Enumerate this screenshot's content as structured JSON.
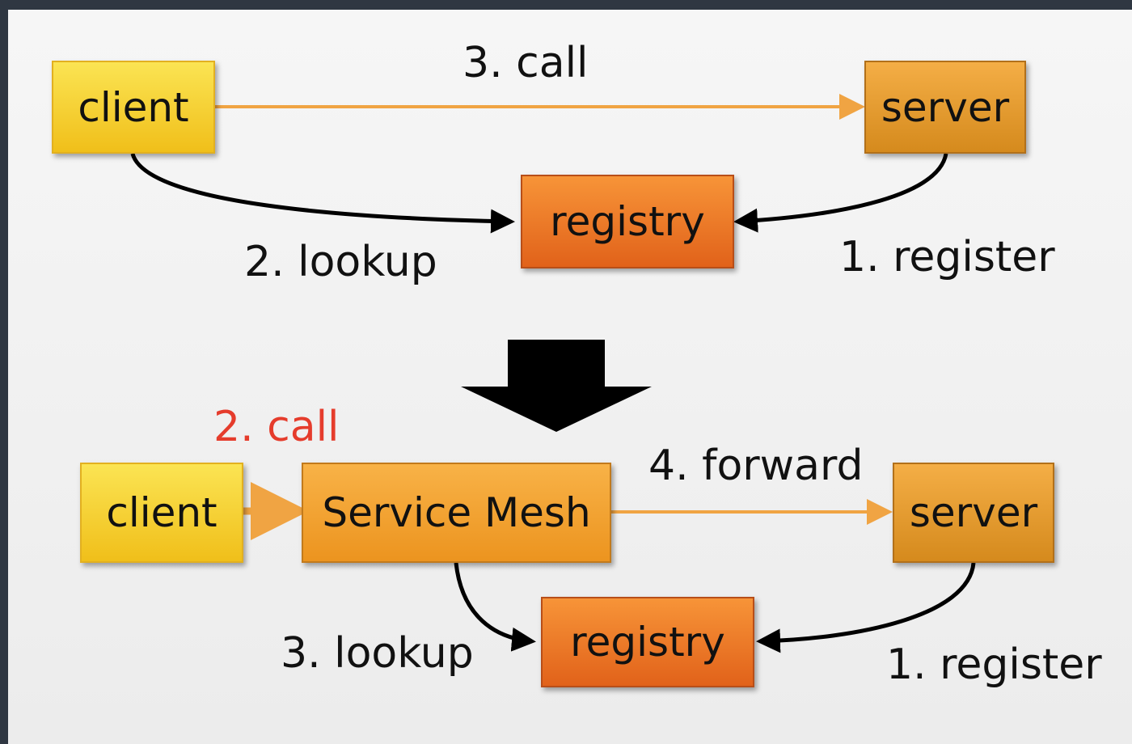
{
  "top": {
    "client": "client",
    "server": "server",
    "registry": "registry",
    "call": "3. call",
    "lookup": "2. lookup",
    "register": "1. register"
  },
  "bottom": {
    "client": "client",
    "service_mesh": "Service Mesh",
    "server": "server",
    "registry": "registry",
    "call": "2. call",
    "forward": "4. forward",
    "lookup": "3. lookup",
    "register": "1. register"
  },
  "colors": {
    "client": "#f5c82a",
    "server": "#e29a2c",
    "registry": "#ec7325",
    "service_mesh": "#f2a23a",
    "arrow_orange": "#f0a443",
    "highlight_label": "#e53c2c"
  }
}
